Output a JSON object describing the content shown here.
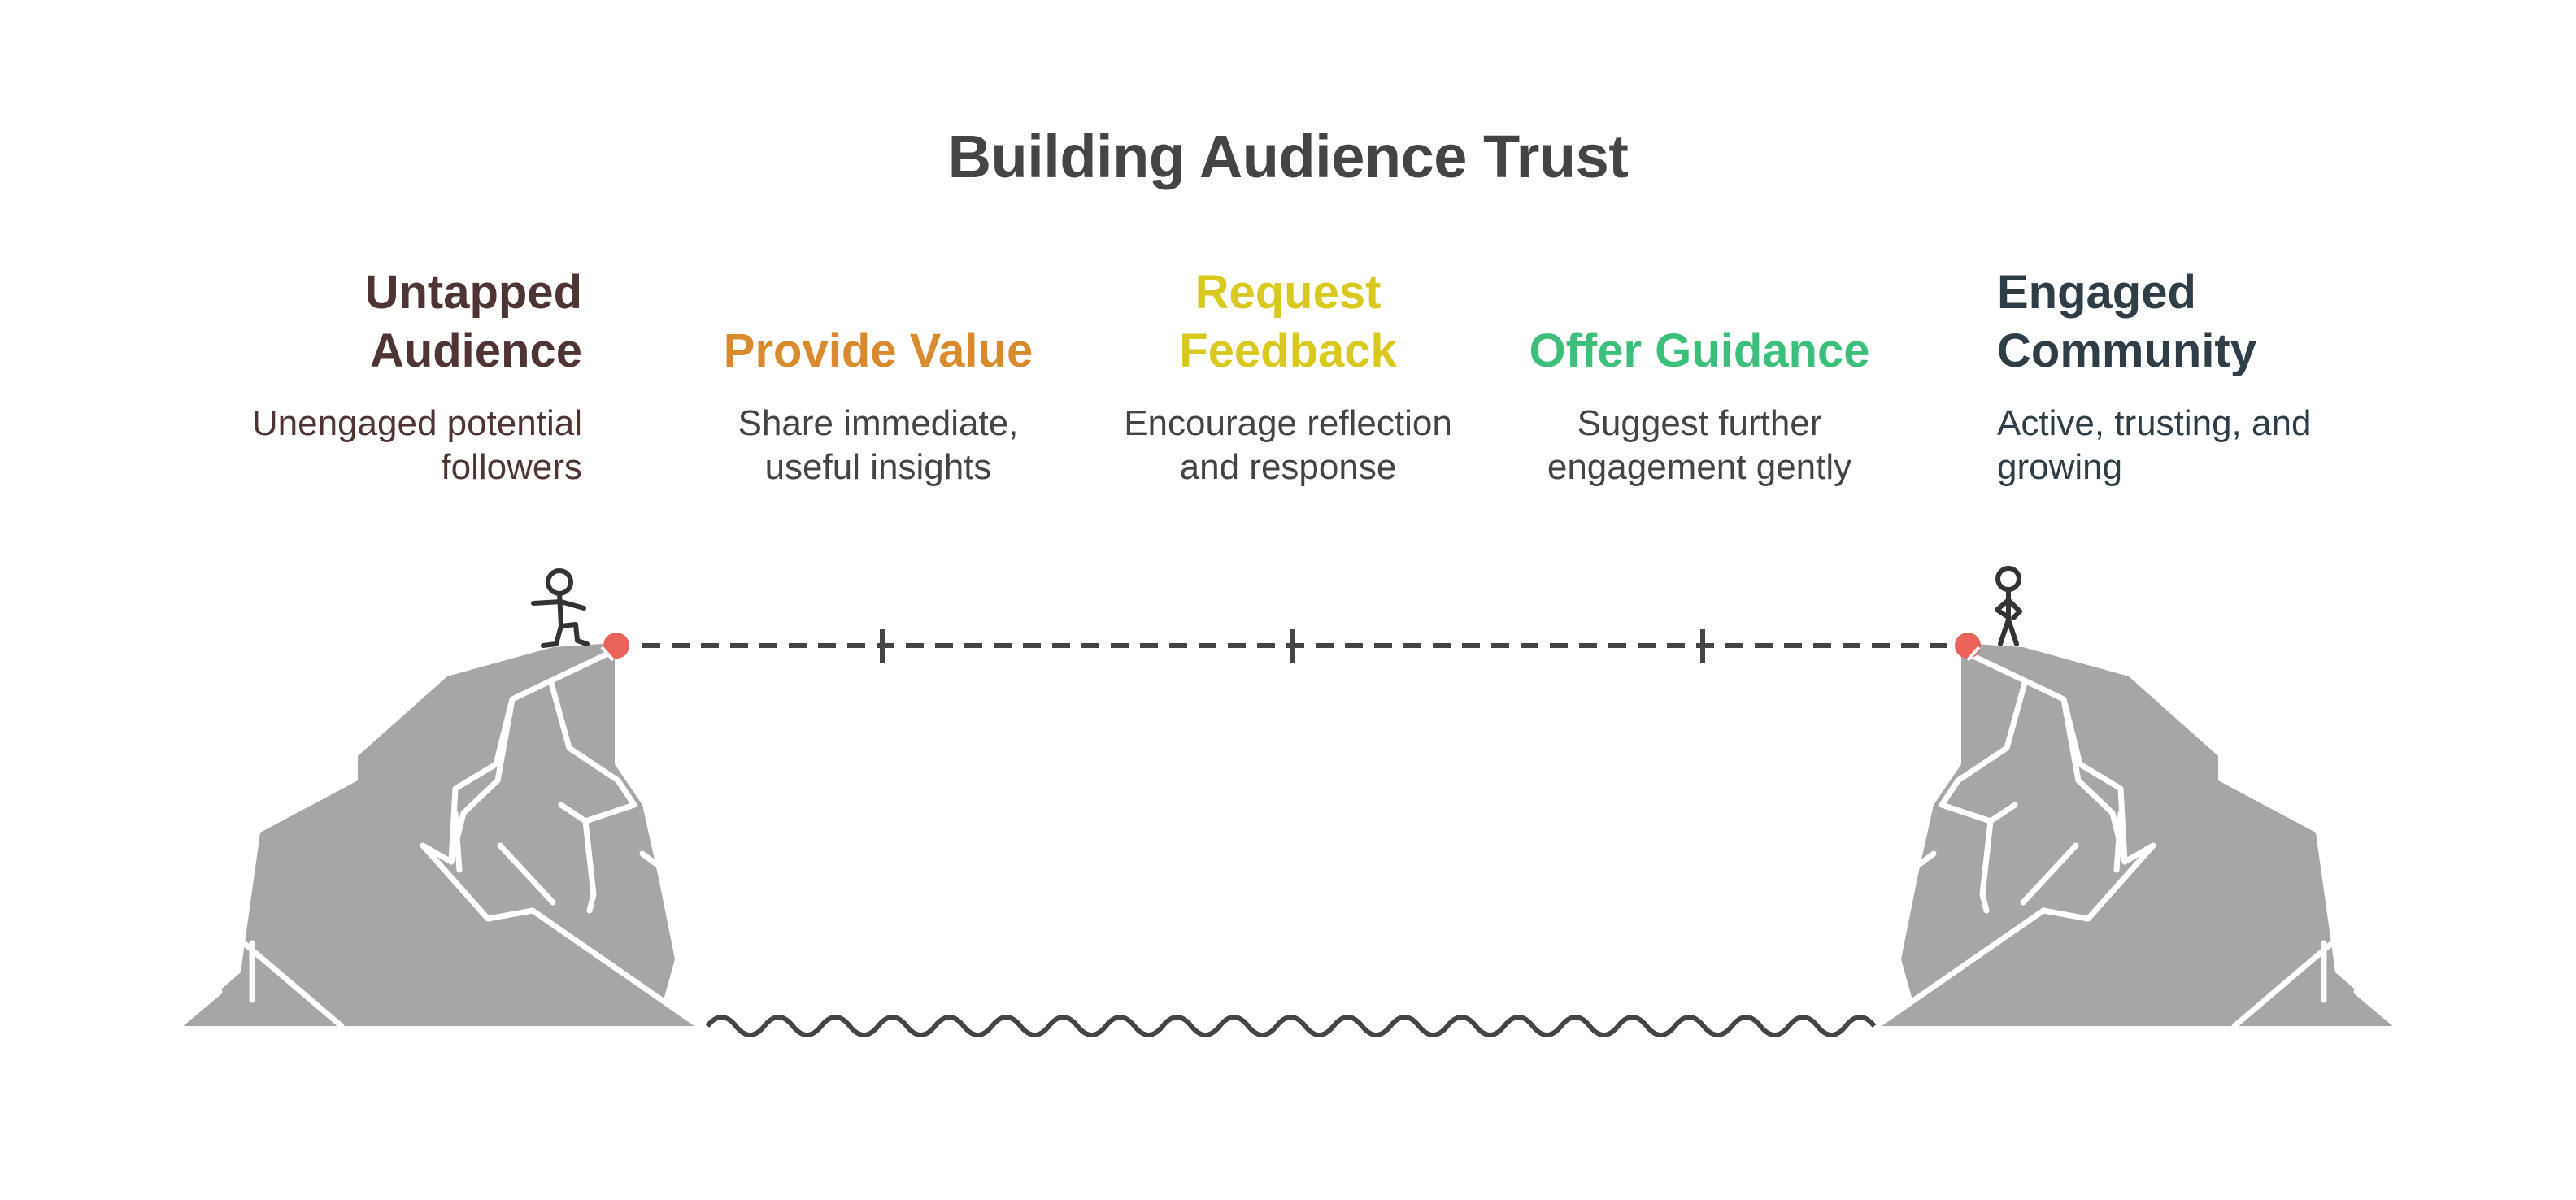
{
  "title": "Building Audience Trust",
  "stages": [
    {
      "id": "untapped",
      "head_lines": [
        "Untapped",
        "Audience"
      ],
      "desc_lines": [
        "Unengaged potential",
        "followers"
      ],
      "color": "#4f3434",
      "desc_color": "#4f3434"
    },
    {
      "id": "value",
      "head_lines": [
        "Provide Value"
      ],
      "desc_lines": [
        "Share immediate,",
        "useful insights"
      ],
      "color": "#d98a2c",
      "desc_color": "#444444"
    },
    {
      "id": "feedback",
      "head_lines": [
        "Request",
        "Feedback"
      ],
      "desc_lines": [
        "Encourage reflection",
        "and response"
      ],
      "color": "#d9c91e",
      "desc_color": "#444444"
    },
    {
      "id": "guidance",
      "head_lines": [
        "Offer Guidance"
      ],
      "desc_lines": [
        "Suggest further",
        "engagement gently"
      ],
      "color": "#3dbf7c",
      "desc_color": "#444444"
    },
    {
      "id": "community",
      "head_lines": [
        "Engaged",
        "Community"
      ],
      "desc_lines": [
        "Active, trusting, and",
        "growing"
      ],
      "color": "#2f3e46",
      "desc_color": "#2f3e46"
    }
  ],
  "colors": {
    "rock": "#a6a6a6",
    "rock_lines": "#ffffff",
    "line": "#444444",
    "marker": "#e8645a"
  },
  "icons": [
    "stick-figure-icon",
    "waving-figure-icon"
  ]
}
